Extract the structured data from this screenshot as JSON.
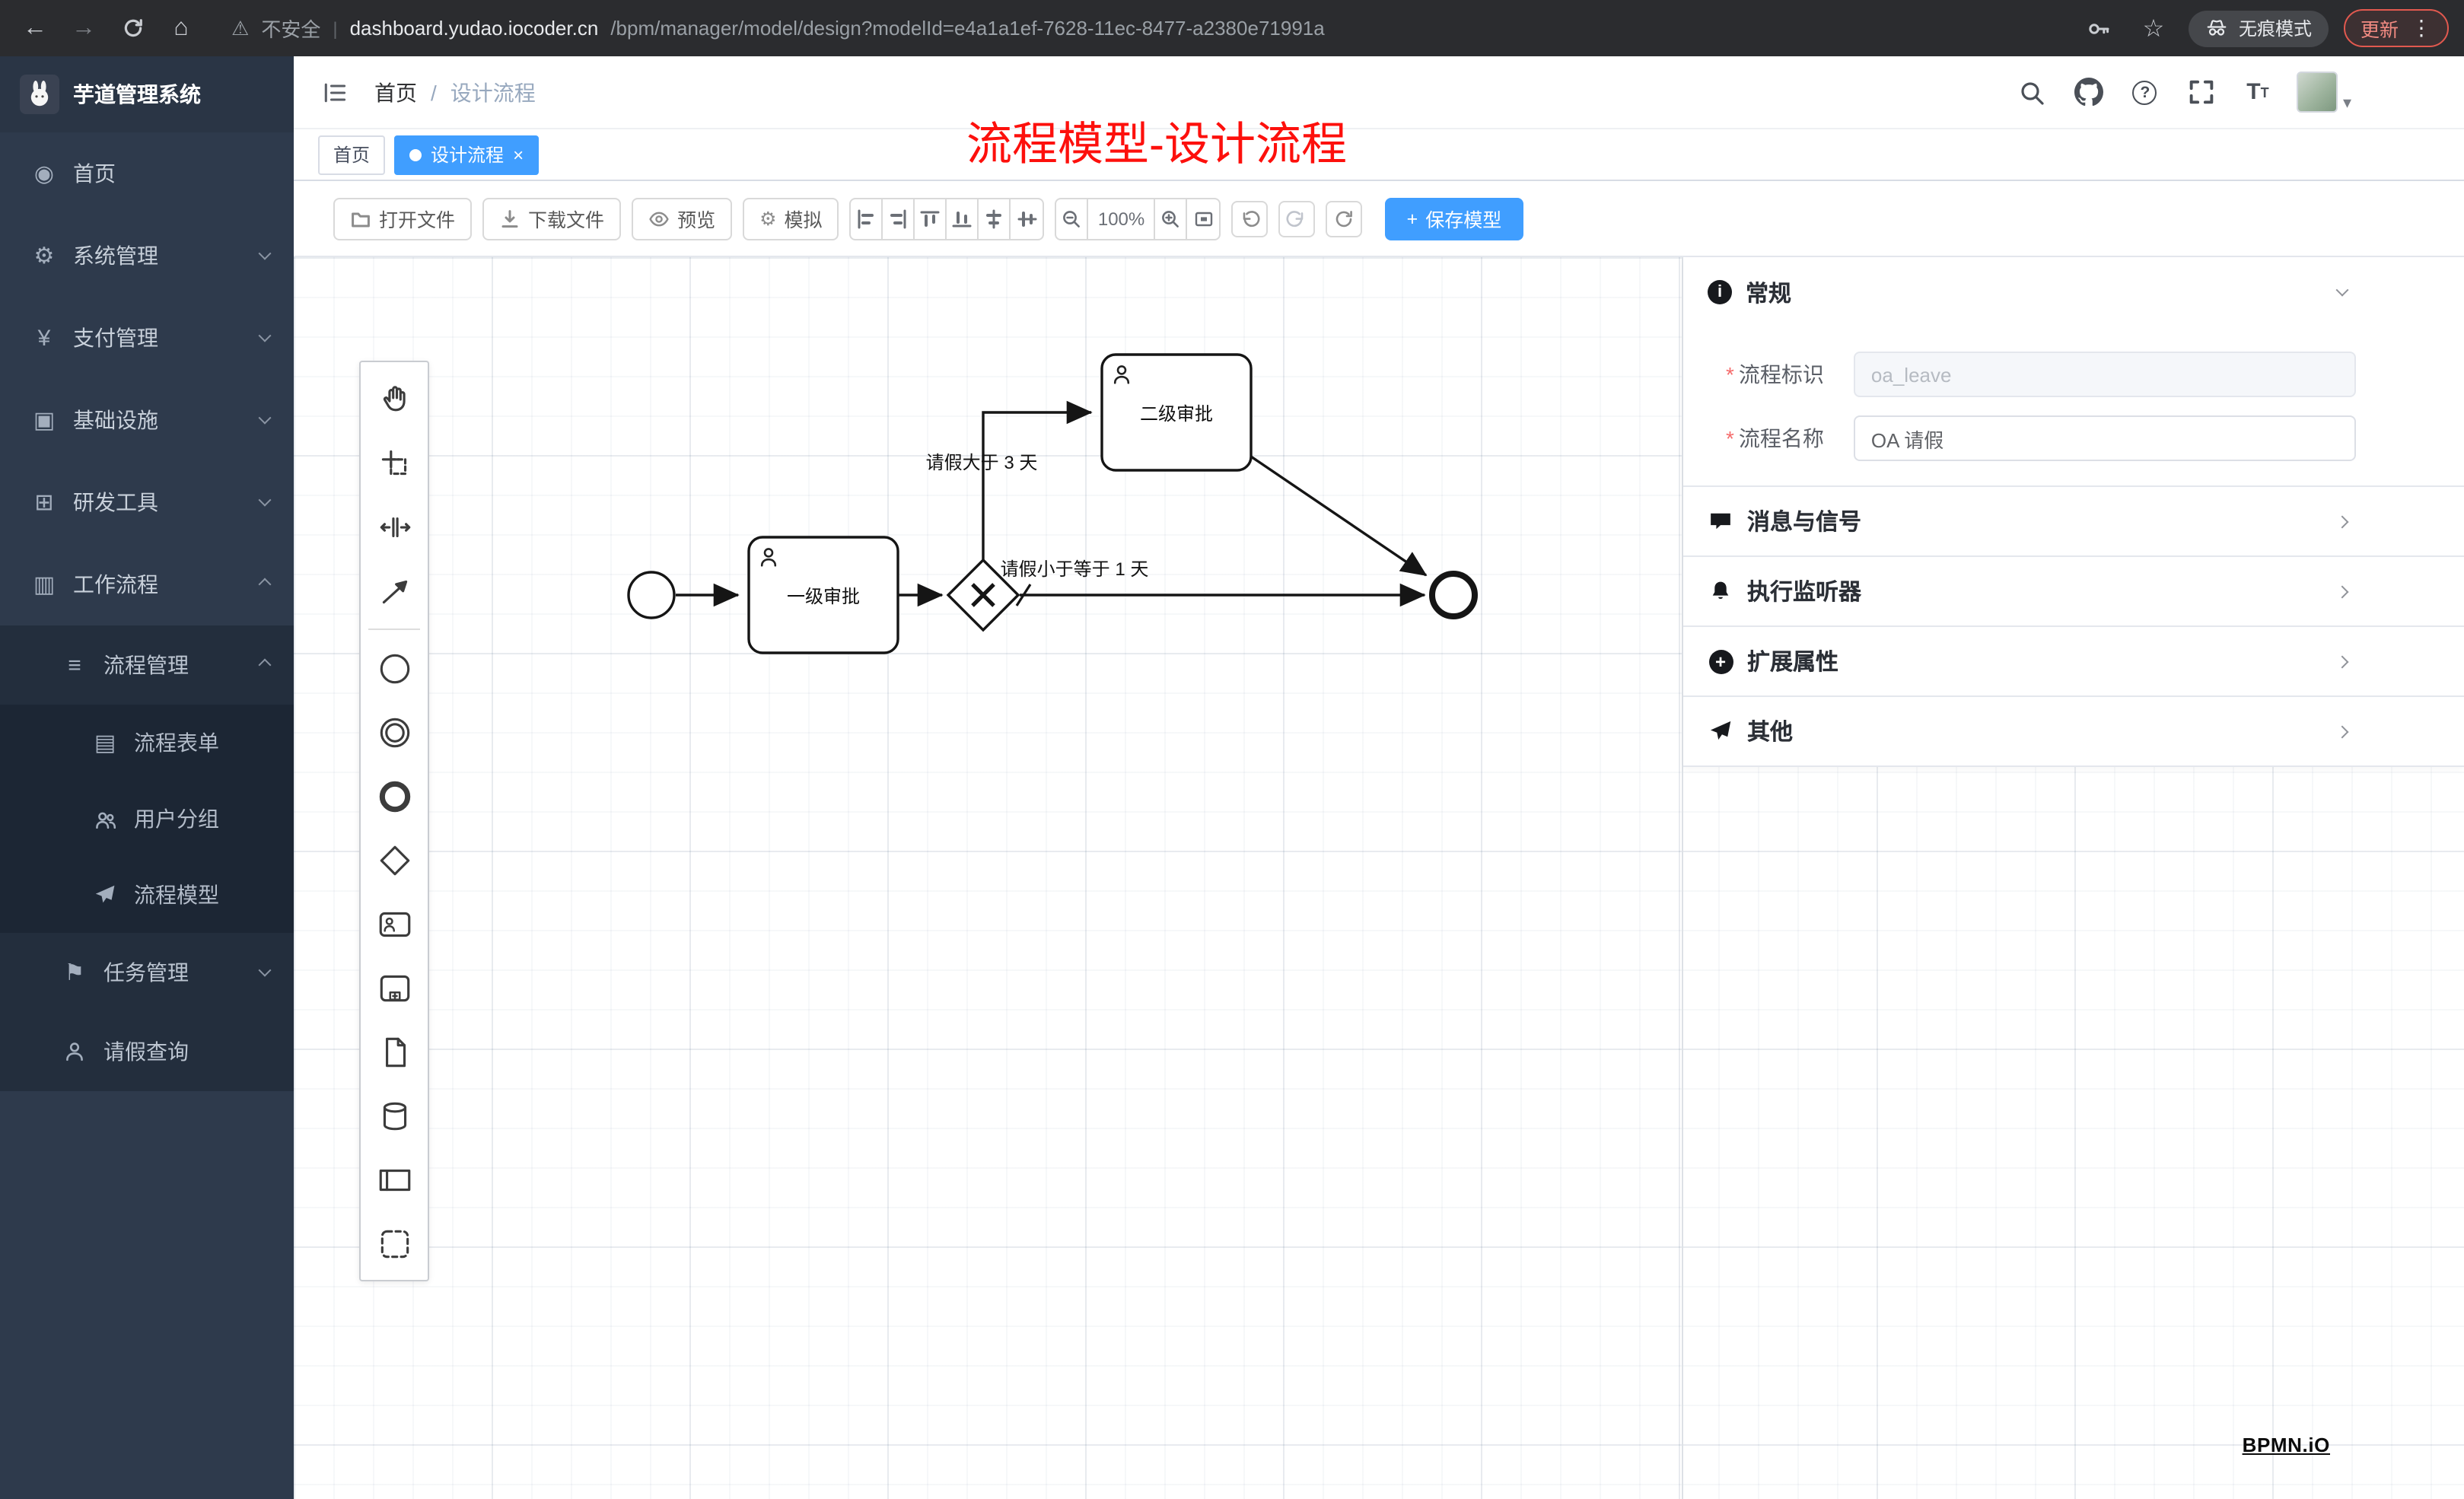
{
  "colors": {
    "accent": "#409eff",
    "sidebar_bg": "#2e3a4c",
    "annotation_red": "#fd100c",
    "browser_bg": "#2b2c2f",
    "tab_active_bg": "#409eff"
  },
  "browser": {
    "security_label": "不安全",
    "url_divider": "|",
    "url_domain": "dashboard.yudao.iocoder.cn",
    "url_path": "/bpm/manager/model/design?modelId=e4a1a1ef-7628-11ec-8477-a2380e71991a",
    "incognito_label": "无痕模式",
    "update_label": "更新"
  },
  "sidebar": {
    "logo_title": "芋道管理系统",
    "items": [
      {
        "label": "首页"
      },
      {
        "label": "系统管理"
      },
      {
        "label": "支付管理"
      },
      {
        "label": "基础设施"
      },
      {
        "label": "研发工具"
      },
      {
        "label": "工作流程"
      },
      {
        "label": "流程管理"
      },
      {
        "label": "流程表单"
      },
      {
        "label": "用户分组"
      },
      {
        "label": "流程模型"
      },
      {
        "label": "任务管理"
      },
      {
        "label": "请假查询"
      }
    ]
  },
  "header": {
    "breadcrumb_home": "首页",
    "breadcrumb_sep": "/",
    "breadcrumb_current": "设计流程",
    "annotation": "流程模型-设计流程"
  },
  "tabs": {
    "home": "首页",
    "active": "设计流程",
    "close": "×"
  },
  "toolbar": {
    "open": "打开文件",
    "download": "下载文件",
    "preview": "预览",
    "simulate": "模拟",
    "zoom": "100%",
    "save_plus": "+",
    "save": "保存模型"
  },
  "diagram": {
    "task1": "一级审批",
    "task2": "二级审批",
    "label_gt": "请假大于 3 天",
    "label_lte": "请假小于等于 1 天",
    "watermark": "BPMN.iO"
  },
  "panel": {
    "general": "常规",
    "required_marker": "*",
    "fields": [
      {
        "label": "流程标识",
        "value": "oa_leave"
      },
      {
        "label": "流程名称",
        "value": "OA 请假"
      }
    ],
    "sections": [
      {
        "label": "消息与信号"
      },
      {
        "label": "执行监听器"
      },
      {
        "label": "扩展属性"
      },
      {
        "label": "其他"
      }
    ]
  },
  "icons": {
    "back": "←",
    "forward": "→",
    "home_glyph": "⌂",
    "warning": "⚠",
    "star": "☆",
    "menu_dots": "⋮",
    "caret": "▾",
    "dashboard": "◉",
    "gear": "⚙",
    "yen": "¥",
    "infra": "▣",
    "tools": "⊞",
    "workflow": "▥",
    "list": "≡",
    "form": "▤",
    "flag": "⚑"
  }
}
